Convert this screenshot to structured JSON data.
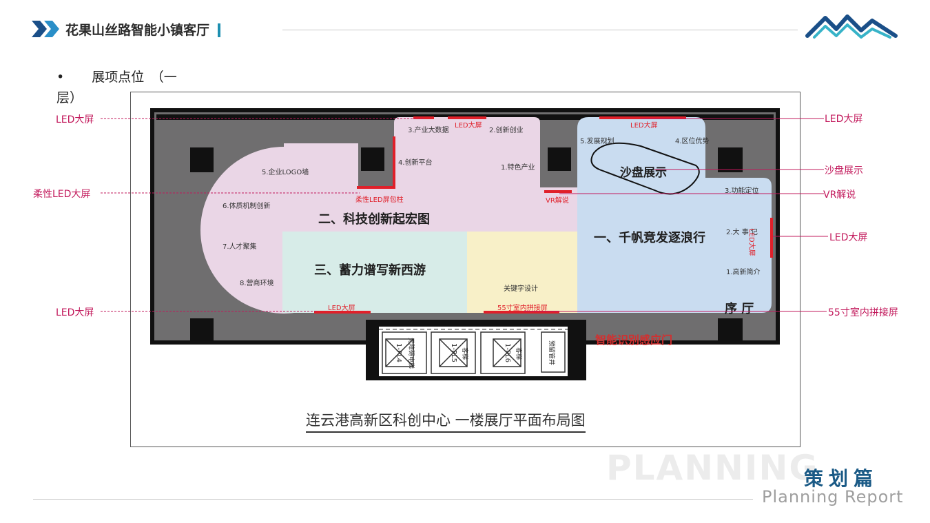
{
  "header": {
    "title": "花果山丝路智能小镇客厅"
  },
  "section": {
    "bullet": "•",
    "heading_line1": "展项点位　（一",
    "heading_line2": "层）"
  },
  "plan": {
    "caption": "连云港高新区科创中心  一楼展厅平面布局图",
    "zones": {
      "zone1": "一、千帆竞发逐浪行",
      "zone2": "二、科技创新起宏图",
      "zone3": "三、蓄力谱写新西游",
      "lobby": "序 厅",
      "sandtable": "沙盘展示",
      "keyword": "关键字设计"
    },
    "items": {
      "i1": "1.特色产业",
      "i2": "2.创新创业",
      "i3": "3.产业大数据",
      "i4": "4.创新平台",
      "i5": "5.企业LOGO墙",
      "i6": "6.体质机制创新",
      "i7": "7.人才聚集",
      "i8": "8.营商环境",
      "d5": "5.发展规划",
      "d4": "4.区位优势",
      "d3": "3.功能定位",
      "d2": "2.大 事 记",
      "d1": "1.高新简介"
    },
    "screens": {
      "led_top_mid": "LED大屏",
      "led_top_right": "LED大屏",
      "led_vertical": "LED大屏",
      "led_bottom_left": "LED大屏",
      "flex_led_pillar": "柔性LED屏包柱",
      "vr": "VR解说",
      "splice_55": "55寸室内拼接屏"
    },
    "door": "智能识别感应门",
    "elevators": {
      "e4": "1-PL4",
      "e5": "1-PL5",
      "e6": "1-PL6",
      "e4_sub": "无障碍电梯",
      "e_sub": "客梯",
      "reserved": "预留管井"
    }
  },
  "callouts": {
    "left_top": "LED大屏",
    "left_mid": "柔性LED大屏",
    "left_bottom": "LED大屏",
    "right_top": "LED大屏",
    "right_sand": "沙盘展示",
    "right_vr": "VR解说",
    "right_led": "LED大屏",
    "right_55": "55寸室内拼接屏"
  },
  "footer": {
    "watermark": "PLANNING",
    "cn": "策划篇",
    "en": "Planning Report"
  },
  "colors": {
    "callout": "#c2185b",
    "brand_blue": "#1a5a86",
    "zone1_fill": "#c9dcf0",
    "zone2_fill": "#ead6e6",
    "zone3_fill": "#d7ece8",
    "keyword_fill": "#f8f0c8",
    "wall": "#6f6e6f",
    "led_red": "#e0202a"
  }
}
